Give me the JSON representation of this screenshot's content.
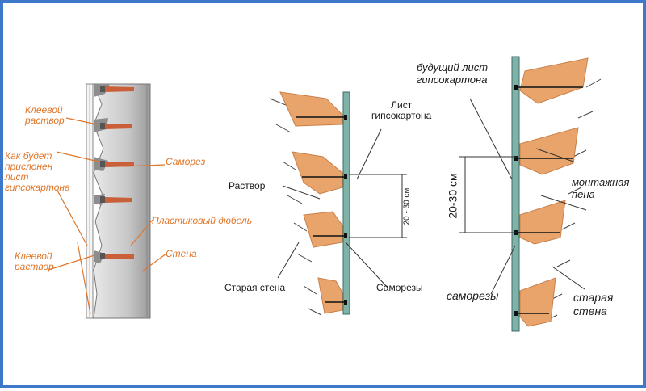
{
  "diagram1": {
    "label_glue_top": "Клеевой\nраствор",
    "label_press": "Как будет\nприслонен\nлист\nгипсокартона",
    "label_screw": "Саморез",
    "label_dowel": "Пластиковый дюбель",
    "label_wall": "Стена",
    "label_glue_bottom": "Клеевой\nраствор"
  },
  "diagram2": {
    "label_sheet": "Лист\nгипсокартона",
    "label_mortar": "Раствор",
    "label_spacing": "20 - 30 см",
    "label_old_wall": "Старая стена",
    "label_screws": "Саморезы"
  },
  "diagram3": {
    "label_future_sheet": "будущий лист\nгипсокартона",
    "label_spacing": "20-30 см",
    "label_foam": "монтажная\nпена",
    "label_screws": "саморезы",
    "label_old_wall": "старая\nстена"
  },
  "colors": {
    "border": "#3e78c8",
    "accent_orange": "#e0762a",
    "mortar": "#e9a46c",
    "board": "#7fb2a8"
  }
}
